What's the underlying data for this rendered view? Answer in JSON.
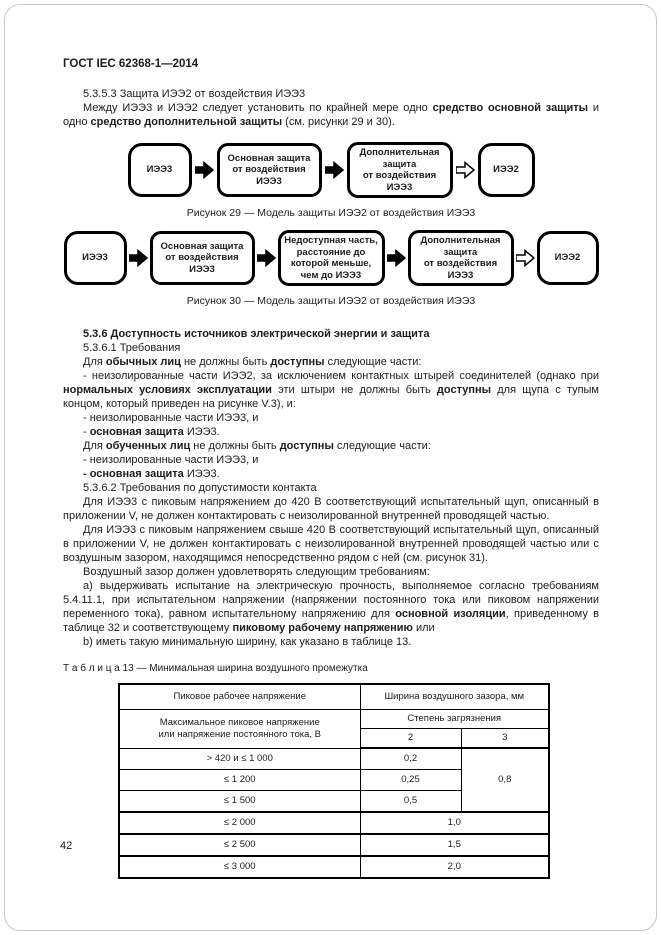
{
  "page": {
    "header": "ГОСТ IEC 62368-1—2014",
    "page_number": "42"
  },
  "sections": {
    "top": [
      {
        "seg": [
          {
            "t": "5.3.5.3 Защита ИЭЭ2 от воздействия ИЭЭ3"
          }
        ]
      },
      {
        "seg": [
          {
            "t": "Между ИЭЭ3 и ИЭЭ2 следует установить по крайней мере одно "
          },
          {
            "t": "средство основной защиты",
            "b": true
          },
          {
            "t": " и одно "
          },
          {
            "t": "средство дополнительной защиты",
            "b": true
          },
          {
            "t": " (см. рисунки 29 и 30)."
          }
        ]
      }
    ],
    "mid": [
      {
        "seg": [
          {
            "t": "5.3.6 Доступность источников электрической энергии и защита",
            "b": true
          }
        ]
      },
      {
        "seg": [
          {
            "t": "5.3.6.1 Требования"
          }
        ]
      },
      {
        "seg": [
          {
            "t": "Для "
          },
          {
            "t": "обычных лиц",
            "b": true
          },
          {
            "t": " не должны быть "
          },
          {
            "t": "доступны",
            "b": true
          },
          {
            "t": " следующие части:"
          }
        ]
      },
      {
        "seg": [
          {
            "t": "- неизолированные части ИЭЭ2, за исключением контактных штырей соединителей (однако при "
          },
          {
            "t": "нормальных условиях эксплуатации",
            "b": true
          },
          {
            "t": " эти штыри не должны быть "
          },
          {
            "t": "доступны",
            "b": true
          },
          {
            "t": " для щупа с тупым концом, который приведен на рисунке V.3), и:"
          }
        ]
      },
      {
        "seg": [
          {
            "t": "- неизолированные части ИЭЭ3, и"
          }
        ]
      },
      {
        "seg": [
          {
            "t": "- "
          },
          {
            "t": "основная защита",
            "b": true
          },
          {
            "t": " ИЭЭ3."
          }
        ]
      },
      {
        "seg": [
          {
            "t": "Для "
          },
          {
            "t": "обученных лиц",
            "b": true
          },
          {
            "t": " не должны быть "
          },
          {
            "t": "доступны",
            "b": true
          },
          {
            "t": " следующие части:"
          }
        ]
      },
      {
        "seg": [
          {
            "t": "- неизолированные части ИЭЭ3, и"
          }
        ]
      },
      {
        "seg": [
          {
            "t": "- основная защита",
            "b": true
          },
          {
            "t": " ИЭЭ3."
          }
        ]
      },
      {
        "seg": [
          {
            "t": "5.3.6.2 Требования по допустимости контакта"
          }
        ]
      },
      {
        "seg": [
          {
            "t": "Для ИЭЭ3 с пиковым напряжением до 420 В соответствующий испытательный щуп, описанный в приложении V, не должен контактировать с неизолированной внутренней проводящей частью."
          }
        ]
      },
      {
        "seg": [
          {
            "t": "Для ИЭЭ3 с пиковым напряжением свыше 420 В соответствующий испытательный щуп, описанный в приложении V, не должен контактировать с неизолированной внутренней проводящей частью или с воздушным зазором, находящимся непосредственно рядом с ней (см. рисунок 31)."
          }
        ]
      },
      {
        "seg": [
          {
            "t": "Воздушный зазор должен удовлетворять следующим требованиям:"
          }
        ]
      },
      {
        "seg": [
          {
            "t": "a) выдерживать испытание на электрическую прочность, выполняемое согласно требованиям 5.4.11.1, при испытательном напряжении (напряжении постоянного тока или пиковом напряжении переменного тока), равном испытательному напряжению для "
          },
          {
            "t": "основной изоляции",
            "b": true
          },
          {
            "t": ", приведенному в таблице 32 и соответствующему "
          },
          {
            "t": "пиковому рабочему напряжению",
            "b": true
          },
          {
            "t": " или"
          }
        ]
      },
      {
        "seg": [
          {
            "t": "b) иметь такую минимальную ширину, как указано в таблице 13."
          }
        ]
      }
    ]
  },
  "figures": [
    {
      "caption": "Рисунок 29 — Модель защиты ИЭЭ2 от воздействия ИЭЭ3",
      "nodes": [
        {
          "label": "ИЭЭ3",
          "w": 64,
          "small": true
        },
        {
          "arrow": "solid"
        },
        {
          "label": "Основная защита\nот воздействия\nИЭЭ3",
          "w": 105
        },
        {
          "arrow": "solid"
        },
        {
          "label": "Дополнительная\nзащита\nот воздействия\nИЭЭ3",
          "w": 106
        },
        {
          "arrow": "hollow"
        },
        {
          "label": "ИЭЭ2",
          "w": 57,
          "small": true
        }
      ]
    },
    {
      "caption": "Рисунок 30 — Модель защиты ИЭЭ2 от воздействия ИЭЭ3",
      "nodes": [
        {
          "label": "ИЭЭ3",
          "w": 63,
          "small": true
        },
        {
          "arrow": "solid"
        },
        {
          "label": "Основная защита\nот воздействия\nИЭЭ3",
          "w": 105
        },
        {
          "arrow": "solid"
        },
        {
          "label": "Недоступная часть,\nрасстояние до\nкоторой меньше,\nчем до ИЭЭ3",
          "w": 107
        },
        {
          "arrow": "solid"
        },
        {
          "label": "Дополнительная\nзащита\nот воздействия\nИЭЭ3",
          "w": 106
        },
        {
          "arrow": "hollow"
        },
        {
          "label": "ИЭЭ2",
          "w": 62,
          "small": true
        }
      ]
    }
  ],
  "table13": {
    "caption": "Т а б л и ц а   13 — Минимальная ширина воздушного промежутка",
    "header": {
      "peak_voltage": "Пиковое рабочее напряжение",
      "gap_width": "Ширина воздушного зазора, мм",
      "max_peak": "Максимальное пиковое напряжение\nили напряжение постоянного тока, В",
      "pollution": "Степень загрязнения",
      "deg2": "2",
      "deg3": "3"
    },
    "rows": [
      {
        "voltage": "> 420 и ≤ 1 000",
        "d2": "0,2",
        "d3": "0,8"
      },
      {
        "voltage": "≤ 1 200",
        "d2": "0,25"
      },
      {
        "voltage": "≤ 1 500",
        "d2": "0,5"
      },
      {
        "voltage": "≤ 2 000",
        "both": "1,0"
      },
      {
        "voltage": "≤ 2 500",
        "both": "1,5"
      },
      {
        "voltage": "≤ 3 000",
        "both": "2,0"
      }
    ]
  },
  "colors": {
    "ink": "#1c1c1c",
    "page_border": "#c6c6c6"
  }
}
